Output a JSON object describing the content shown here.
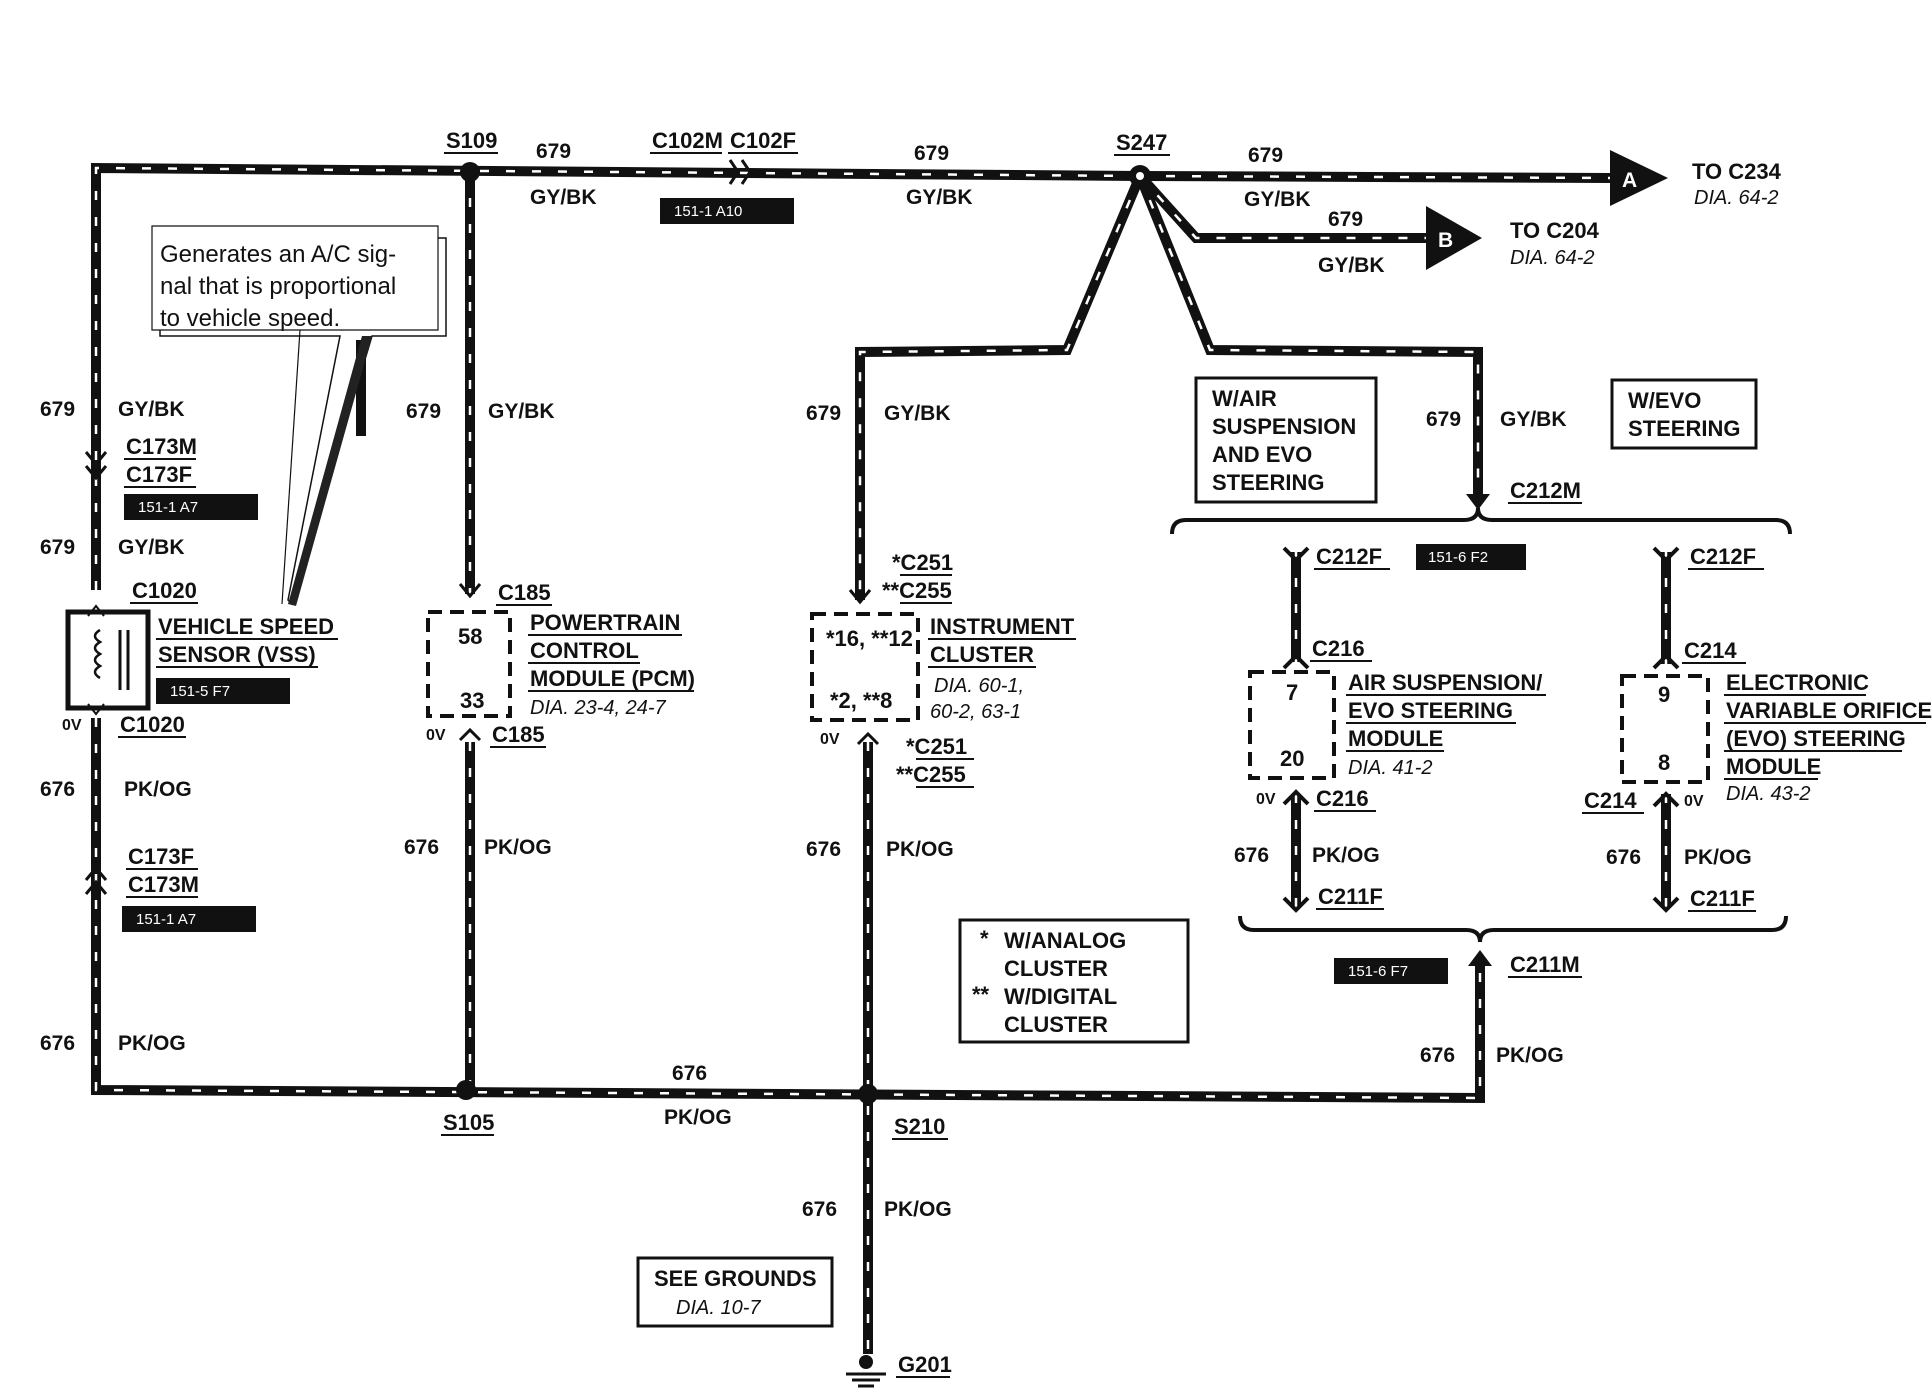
{
  "splices": {
    "s109": "S109",
    "s247": "S247",
    "s105": "S105",
    "s210": "S210",
    "g201": "G201"
  },
  "circuits": {
    "c679": "679",
    "c676": "676",
    "gybk": "GY/BK",
    "pkog": "PK/OG"
  },
  "connectors": {
    "c102m": "C102M",
    "c102f": "C102F",
    "c173m": "C173M",
    "c173f": "C173F",
    "c1020": "C1020",
    "c185": "C185",
    "c251": "*C251",
    "c255": "**C255",
    "c251b": "C251",
    "c255b": "C255",
    "c212m": "C212M",
    "c212f": "C212F",
    "c216": "C216",
    "c214": "C214",
    "c211f": "C211F",
    "c211m": "C211M"
  },
  "refs": {
    "r151_1_a10": "151-1 A10",
    "r151_1_a7": "151-1 A7",
    "r151_5_f7": "151-5 F7",
    "r151_6_f2": "151-6 F2",
    "r151_6_f7": "151-6 F7"
  },
  "arrows": {
    "a": {
      "letter": "A",
      "to": "TO C234",
      "dia": "DIA. 64-2"
    },
    "b": {
      "letter": "B",
      "to": "TO C204",
      "dia": "DIA. 64-2"
    }
  },
  "callout": {
    "line1": "Generates an A/C sig-",
    "line2": "nal that is proportional",
    "line3": "to vehicle speed."
  },
  "components": {
    "vss": {
      "line1": "VEHICLE SPEED",
      "line2": "SENSOR (VSS)"
    },
    "pcm": {
      "line1": "POWERTRAIN",
      "line2": "CONTROL",
      "line3": "MODULE (PCM)",
      "dia": "DIA. 23-4, 24-7",
      "pin_top": "58",
      "pin_bot": "33"
    },
    "ic": {
      "line1": "INSTRUMENT",
      "line2": "CLUSTER",
      "dia1": "DIA. 60-1,",
      "dia2": "60-2, 63-1",
      "pin_top": "*16, **12",
      "pin_bot": "*2, **8"
    },
    "asm": {
      "line1": "AIR SUSPENSION/",
      "line2": "EVO STEERING",
      "line3": "MODULE",
      "dia": "DIA. 41-2",
      "pin_top": "7",
      "pin_bot": "20"
    },
    "evo": {
      "line1": "ELECTRONIC",
      "line2": "VARIABLE ORIFICE",
      "line3": "(EVO) STEERING",
      "line4": "MODULE",
      "dia": "DIA. 43-2",
      "pin_top": "9",
      "pin_bot": "8"
    }
  },
  "options": {
    "wair": {
      "line1": "W/AIR",
      "line2": "SUSPENSION",
      "line3": "AND EVO",
      "line4": "STEERING"
    },
    "wevo": {
      "line1": "W/EVO",
      "line2": "STEERING"
    }
  },
  "legend": {
    "star1": "*",
    "analog1": "W/ANALOG",
    "analog2": "CLUSTER",
    "star2": "**",
    "digital1": "W/DIGITAL",
    "digital2": "CLUSTER"
  },
  "grounds": {
    "line1": "SEE GROUNDS",
    "line2": "DIA. 10-7"
  },
  "zero_volt": "0V"
}
